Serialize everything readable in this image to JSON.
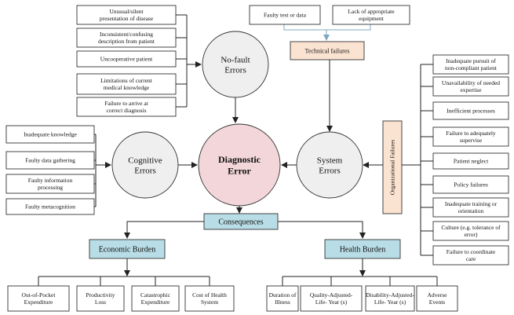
{
  "center": {
    "label_line1": "Diagnostic",
    "label_line2": "Error",
    "fill": "#f2d6d9"
  },
  "no_fault": {
    "title_line1": "No-fault",
    "title_line2": "Errors",
    "items": [
      [
        "Unusual/silent",
        "presentation of disease"
      ],
      [
        "Inconsistent/confusing",
        "description from patient"
      ],
      [
        "Uncooperative patient"
      ],
      [
        "Limitations of current",
        "medical knowledge"
      ],
      [
        "Failure to arrive at",
        "correct diagnosis"
      ]
    ]
  },
  "cognitive": {
    "title_line1": "Cognitive",
    "title_line2": "Errors",
    "items": [
      [
        "Inadequate knowledge"
      ],
      [
        "Faulty data gathering"
      ],
      [
        "Faulty information",
        "processing"
      ],
      [
        "Faulty metacognition"
      ]
    ]
  },
  "system": {
    "title_line1": "System",
    "title_line2": "Errors",
    "technical": {
      "label": "Technical failures",
      "items": [
        [
          "Faulty test or data"
        ],
        [
          "Lack of appropriate",
          "equipment"
        ]
      ]
    },
    "organizational": {
      "label": "Organizational Failures",
      "items": [
        [
          "Inadequate pursuit of",
          "non-compliant patient"
        ],
        [
          "Unavailability of needed",
          "expertise"
        ],
        [
          "Inefficient processes"
        ],
        [
          "Failure to adequately",
          "supervise"
        ],
        [
          "Patient neglect"
        ],
        [
          "Policy failures"
        ],
        [
          "Inadequate training or",
          "orientation"
        ],
        [
          "Culture (e.g. tolerance of",
          "error)"
        ],
        [
          "Failure to coordinate",
          "care"
        ]
      ]
    }
  },
  "consequences": {
    "label": "Consequences",
    "economic": {
      "label": "Economic Burden",
      "items": [
        [
          "Out-of-Pocket",
          "Expenditure"
        ],
        [
          "Productivity",
          "Loss"
        ],
        [
          "Catastrophic",
          "Expenditure"
        ],
        [
          "Cost of Health",
          "System"
        ]
      ]
    },
    "health": {
      "label": "Health Burden",
      "items": [
        [
          "Duration of",
          "Illness"
        ],
        [
          "Quality-Adjusted-",
          "Life- Year (s)"
        ],
        [
          "Disability-Adjusted-",
          "Life- Year (s)"
        ],
        [
          "Adverse",
          "Events"
        ]
      ]
    }
  },
  "colors": {
    "circle_fill": "#efefef",
    "technical_fill": "#fbe3d2",
    "org_fill": "#fbe3d2",
    "blue_fill": "#b9dde6",
    "tech_arrow": "#7fa8c0"
  }
}
